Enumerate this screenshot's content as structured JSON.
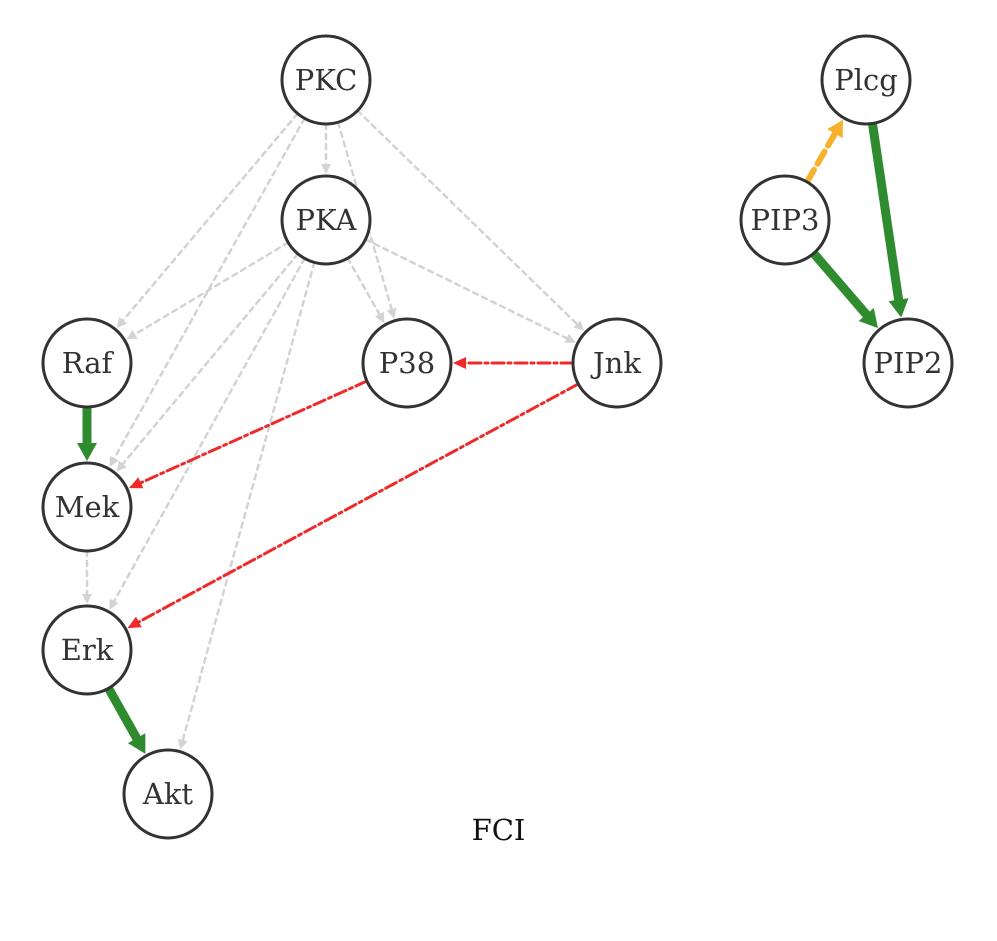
{
  "caption": "FCI",
  "colors": {
    "gray": "#d3d3d3",
    "red": "#ee2a2a",
    "green": "#2e8b2e",
    "orange": "#f7b22d",
    "node_stroke": "#333333"
  },
  "nodes": [
    {
      "id": "PKC",
      "label": "PKC"
    },
    {
      "id": "PKA",
      "label": "PKA"
    },
    {
      "id": "Raf",
      "label": "Raf"
    },
    {
      "id": "P38",
      "label": "P38"
    },
    {
      "id": "Jnk",
      "label": "Jnk"
    },
    {
      "id": "Mek",
      "label": "Mek"
    },
    {
      "id": "Erk",
      "label": "Erk"
    },
    {
      "id": "Akt",
      "label": "Akt"
    },
    {
      "id": "Plcg",
      "label": "Plcg"
    },
    {
      "id": "PIP3",
      "label": "PIP3"
    },
    {
      "id": "PIP2",
      "label": "PIP2"
    }
  ],
  "edges": [
    {
      "from": "PKC",
      "to": "PKA",
      "style": "gray"
    },
    {
      "from": "PKC",
      "to": "Raf",
      "style": "gray"
    },
    {
      "from": "PKC",
      "to": "Mek",
      "style": "gray"
    },
    {
      "from": "PKC",
      "to": "P38",
      "style": "gray"
    },
    {
      "from": "PKC",
      "to": "Jnk",
      "style": "gray"
    },
    {
      "from": "PKA",
      "to": "Raf",
      "style": "gray"
    },
    {
      "from": "PKA",
      "to": "Mek",
      "style": "gray"
    },
    {
      "from": "PKA",
      "to": "Erk",
      "style": "gray"
    },
    {
      "from": "PKA",
      "to": "Akt",
      "style": "gray"
    },
    {
      "from": "PKA",
      "to": "P38",
      "style": "gray"
    },
    {
      "from": "PKA",
      "to": "Jnk",
      "style": "gray"
    },
    {
      "from": "Mek",
      "to": "Erk",
      "style": "gray"
    },
    {
      "from": "Jnk",
      "to": "P38",
      "style": "red"
    },
    {
      "from": "P38",
      "to": "Mek",
      "style": "red"
    },
    {
      "from": "Jnk",
      "to": "Erk",
      "style": "red"
    },
    {
      "from": "Raf",
      "to": "Mek",
      "style": "green"
    },
    {
      "from": "Erk",
      "to": "Akt",
      "style": "green"
    },
    {
      "from": "Plcg",
      "to": "PIP2",
      "style": "green"
    },
    {
      "from": "PIP3",
      "to": "PIP2",
      "style": "green"
    },
    {
      "from": "PIP3",
      "to": "Plcg",
      "style": "orange"
    }
  ]
}
